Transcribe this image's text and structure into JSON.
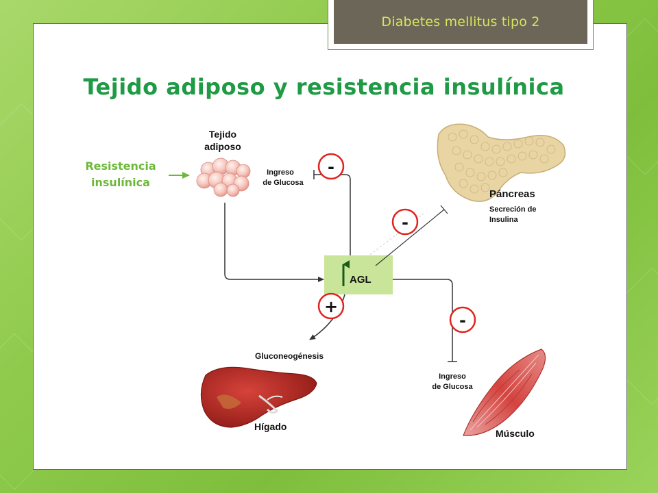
{
  "header": {
    "title": "Diabetes mellitus tipo 2"
  },
  "slide": {
    "title": "Tejido adiposo y resistencia insulínica"
  },
  "diagram": {
    "resistance_label": [
      "Resistencia",
      "insulínica"
    ],
    "adipose_label": [
      "Tejido",
      "adiposo"
    ],
    "glucose_uptake_adipose": [
      "Ingreso",
      "de Glucosa"
    ],
    "pancreas_label": "Páncreas",
    "insulin_secretion": [
      "Secreción de",
      "Insulina"
    ],
    "agl_label": "AGL",
    "gluconeogenesis_label": "Gluconeogénesis",
    "liver_label": "Hígado",
    "glucose_uptake_muscle": [
      "Ingreso",
      "de Glucosa"
    ],
    "muscle_label": "Músculo",
    "signs": {
      "adipose": "-",
      "pancreas": "-",
      "liver": "+",
      "muscle": "-"
    }
  },
  "colors": {
    "accent_green": "#1f9a45",
    "resistance_green": "#6db83a",
    "agl_box": "#c9e59a",
    "sign_circle": "#e0231d",
    "header_bg": "#6b6658",
    "header_text": "#d6e65a"
  }
}
